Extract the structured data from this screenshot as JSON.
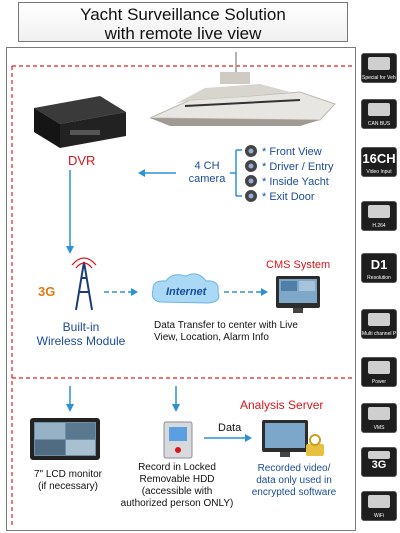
{
  "title": {
    "line1": "Yacht Surveillance Solution",
    "line2": "with remote live view"
  },
  "dvr": {
    "label": "DVR"
  },
  "camera": {
    "label_line1": "4 CH",
    "label_line2": "camera",
    "views": [
      "Front View",
      "Driver / Entry",
      "Inside Yacht",
      "Exit Door"
    ]
  },
  "wireless": {
    "badge": "3G",
    "label_line1": "Built-in",
    "label_line2": "Wireless Module"
  },
  "internet": {
    "label": "Internet"
  },
  "cms": {
    "label": "CMS System"
  },
  "transfer": {
    "line1": "Data Transfer to center with Live",
    "line2": "View, Location, Alarm Info"
  },
  "monitor": {
    "line1": "7\" LCD monitor",
    "line2": "(if necessary)"
  },
  "hdd": {
    "line1": "Record in Locked",
    "line2": "Removable HDD",
    "line3": "(accessible with",
    "line4": "authorized person ONLY)"
  },
  "analysis": {
    "title": "Analysis Server",
    "data_label": "Data",
    "line1": "Recorded video/",
    "line2": "data only used in",
    "line3": "encrypted software"
  },
  "sidebar": [
    {
      "big": "",
      "label": "Special for Vehicle",
      "icon": "car-icon"
    },
    {
      "big": "",
      "label": "CAN BUS",
      "icon": "can-bus-icon"
    },
    {
      "big": "16CH",
      "label": "Video Input",
      "icon": ""
    },
    {
      "big": "",
      "label": "H.264",
      "icon": "chip-icon"
    },
    {
      "big": "D1",
      "label": "Resolution",
      "icon": ""
    },
    {
      "big": "",
      "label": "Multi channel Playback",
      "icon": "screens-icon"
    },
    {
      "big": "",
      "label": "Power",
      "icon": "battery-icon"
    },
    {
      "big": "",
      "label": "VMS",
      "icon": "vms-icon"
    },
    {
      "big": "3G",
      "label": "",
      "icon": "signal-icon"
    },
    {
      "big": "",
      "label": "WiFi",
      "icon": "wifi-icon"
    }
  ],
  "colors": {
    "accent_red": "#d8161b",
    "label_blue": "#1a4c99",
    "arrow_blue": "#2b93d4",
    "dashed_red": "#e02020"
  }
}
